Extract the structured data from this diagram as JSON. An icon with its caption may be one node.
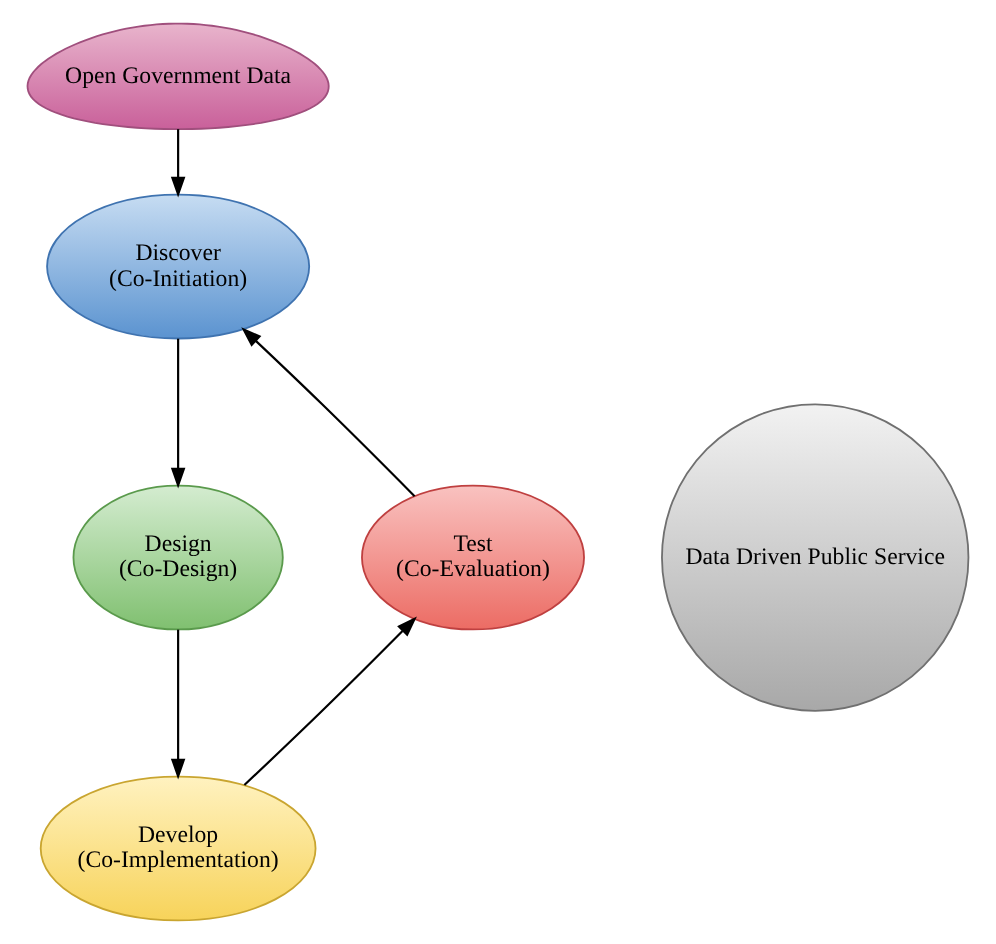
{
  "diagram": {
    "nodes": [
      {
        "text": [
          "Open Government Data"
        ]
      },
      {
        "text": [
          "Discover",
          "(Co-Initiation)"
        ]
      },
      {
        "text": [
          "Design",
          "(Co-Design)"
        ]
      },
      {
        "text": [
          "Develop",
          "(Co-Implementation)"
        ]
      },
      {
        "text": [
          "Test",
          "(Co-Evaluation)"
        ]
      },
      {
        "text": [
          "Data Driven Public Service"
        ]
      }
    ],
    "edges": [
      {
        "from": 0,
        "to": 1,
        "arrow": "to"
      },
      {
        "from": 1,
        "to": 2,
        "arrow": "to"
      },
      {
        "from": 2,
        "to": 3,
        "arrow": "to"
      },
      {
        "from": 3,
        "to": 4,
        "arrow": "to"
      },
      {
        "from": 4,
        "to": 1,
        "arrow": "to"
      }
    ]
  }
}
